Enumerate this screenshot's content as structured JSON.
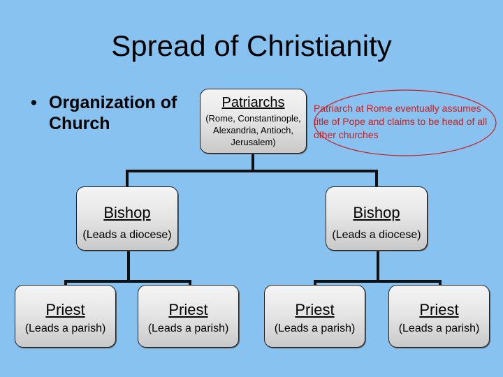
{
  "title": "Spread of Christianity",
  "bullet": {
    "marker": "•",
    "text": "Organization of Church"
  },
  "patriarchs": {
    "title": "Patriarchs",
    "subtitle": "(Rome, Constantinople, Alexandria, Antioch, Jerusalem)"
  },
  "note": {
    "text": "Patriarch at Rome eventually assumes title of Pope and claims to be head of all other churches",
    "color": "#cc1d1d"
  },
  "bishops": [
    {
      "title": "Bishop",
      "subtitle": "(Leads a diocese)"
    },
    {
      "title": "Bishop",
      "subtitle": "(Leads a diocese)"
    }
  ],
  "priests": [
    {
      "title": "Priest",
      "subtitle": "(Leads a parish)"
    },
    {
      "title": "Priest",
      "subtitle": "(Leads a parish)"
    },
    {
      "title": "Priest",
      "subtitle": "(Leads a parish)"
    },
    {
      "title": "Priest",
      "subtitle": "(Leads a parish)"
    }
  ],
  "colors": {
    "background": "#87c2f0",
    "connector": "#111111"
  }
}
